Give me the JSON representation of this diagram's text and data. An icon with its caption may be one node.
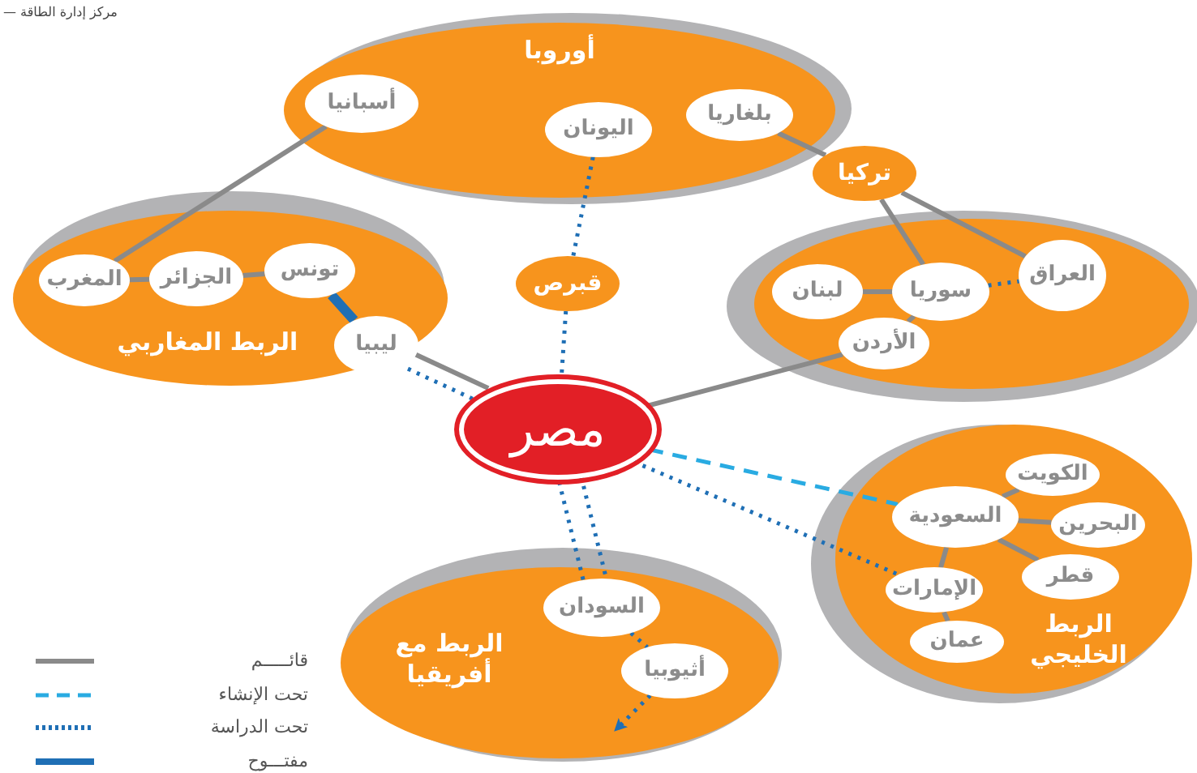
{
  "diagram": {
    "nodes": [
      {
        "text": [
          "أوروبا"
        ]
      },
      {
        "text": [
          "أسبانيا"
        ],
        "in": 0
      },
      {
        "text": [
          "اليونان"
        ],
        "in": 0
      },
      {
        "text": [
          "بلغاريا"
        ],
        "in": 0
      },
      {
        "text": [
          "تركيا"
        ]
      },
      {
        "text": [],
        "shape": "ellipse"
      },
      {
        "text": [
          "العراق"
        ],
        "in": 5
      },
      {
        "text": [
          "سوريا"
        ],
        "in": 5
      },
      {
        "text": [
          "لبنان"
        ],
        "in": 5
      },
      {
        "text": [
          "الأردن"
        ],
        "in": 5
      },
      {
        "text": [
          "الربط المغاربي"
        ]
      },
      {
        "text": [
          "المغرب"
        ],
        "in": 10
      },
      {
        "text": [
          "الجزائر"
        ],
        "in": 10
      },
      {
        "text": [
          "تونس"
        ],
        "in": 10
      },
      {
        "text": [
          "ليبيا"
        ],
        "in": 10
      },
      {
        "text": [
          "قبرص"
        ]
      },
      {
        "text": [
          "مصر"
        ]
      },
      {
        "text": [
          "الربط مع أفريقيا"
        ]
      },
      {
        "text": [
          "السودان"
        ],
        "in": 17
      },
      {
        "text": [
          "أثيوبيا"
        ],
        "in": 17
      },
      {
        "text": [
          "الربط الخليجي"
        ]
      },
      {
        "text": [
          "السعودية"
        ],
        "in": 20
      },
      {
        "text": [
          "الكويت"
        ],
        "in": 20
      },
      {
        "text": [
          "البحرين"
        ],
        "in": 20
      },
      {
        "text": [
          "قطر"
        ],
        "in": 20
      },
      {
        "text": [
          "الإمارات"
        ],
        "in": 20
      },
      {
        "text": [
          "عمان"
        ],
        "in": 20
      }
    ],
    "edges": [
      {
        "from": 1,
        "to": 11,
        "arrow": "none"
      },
      {
        "from": 3,
        "to": 4,
        "arrow": "none"
      },
      {
        "from": 4,
        "to": 7,
        "arrow": "none"
      },
      {
        "from": 4,
        "to": 6,
        "arrow": "none"
      },
      {
        "from": 8,
        "to": 7,
        "arrow": "none"
      },
      {
        "from": 7,
        "to": 9,
        "arrow": "none"
      },
      {
        "from": 7,
        "to": 6,
        "arrow": "none",
        "style": "dashed",
        "color": "#1f6fb5"
      },
      {
        "from": 11,
        "to": 12,
        "arrow": "none"
      },
      {
        "from": 12,
        "to": 13,
        "arrow": "none"
      },
      {
        "from": 13,
        "to": 14,
        "arrow": "none",
        "style": "thick",
        "color": "#1f6fb5"
      },
      {
        "from": 14,
        "to": 16,
        "arrow": "none"
      },
      {
        "from": 14,
        "to": 16,
        "arrow": "none",
        "style": "dashed",
        "color": "#1f6fb5"
      },
      {
        "from": 9,
        "to": 16,
        "arrow": "none"
      },
      {
        "from": 2,
        "to": 15,
        "arrow": "none",
        "style": "dashed",
        "color": "#1f6fb5"
      },
      {
        "from": 15,
        "to": 16,
        "arrow": "none",
        "style": "dashed",
        "color": "#1f6fb5"
      },
      {
        "from": 16,
        "to": 21,
        "arrow": "none",
        "style": "dashed",
        "color": "#29abe2"
      },
      {
        "from": 16,
        "to": 25,
        "arrow": "none",
        "style": "dashed",
        "color": "#1f6fb5"
      },
      {
        "from": 16,
        "to": 18,
        "arrow": "none",
        "style": "dashed",
        "color": "#1f6fb5"
      },
      {
        "from": 16,
        "to": 18,
        "arrow": "none",
        "style": "dashed",
        "color": "#1f6fb5"
      },
      {
        "from": 18,
        "to": 19,
        "arrow": "none",
        "style": "dashed",
        "color": "#1f6fb5"
      },
      {
        "from": 19,
        "to": null,
        "arrow": "to",
        "style": "dashed",
        "color": "#1f6fb5"
      },
      {
        "from": 21,
        "to": 22,
        "arrow": "none"
      },
      {
        "from": 21,
        "to": 23,
        "arrow": "none"
      },
      {
        "from": 21,
        "to": 24,
        "arrow": "none"
      },
      {
        "from": 21,
        "to": 25,
        "arrow": "none"
      },
      {
        "from": 25,
        "to": 26,
        "arrow": "none"
      }
    ],
    "labels": [
      "مركز إدارة الطاقة —"
    ],
    "legend": [
      {
        "text": "قائـــــم"
      },
      {
        "text": "تحت الإنشاء"
      },
      {
        "text": "تحت الدراسة"
      },
      {
        "text": "مفتـــوح"
      }
    ]
  }
}
